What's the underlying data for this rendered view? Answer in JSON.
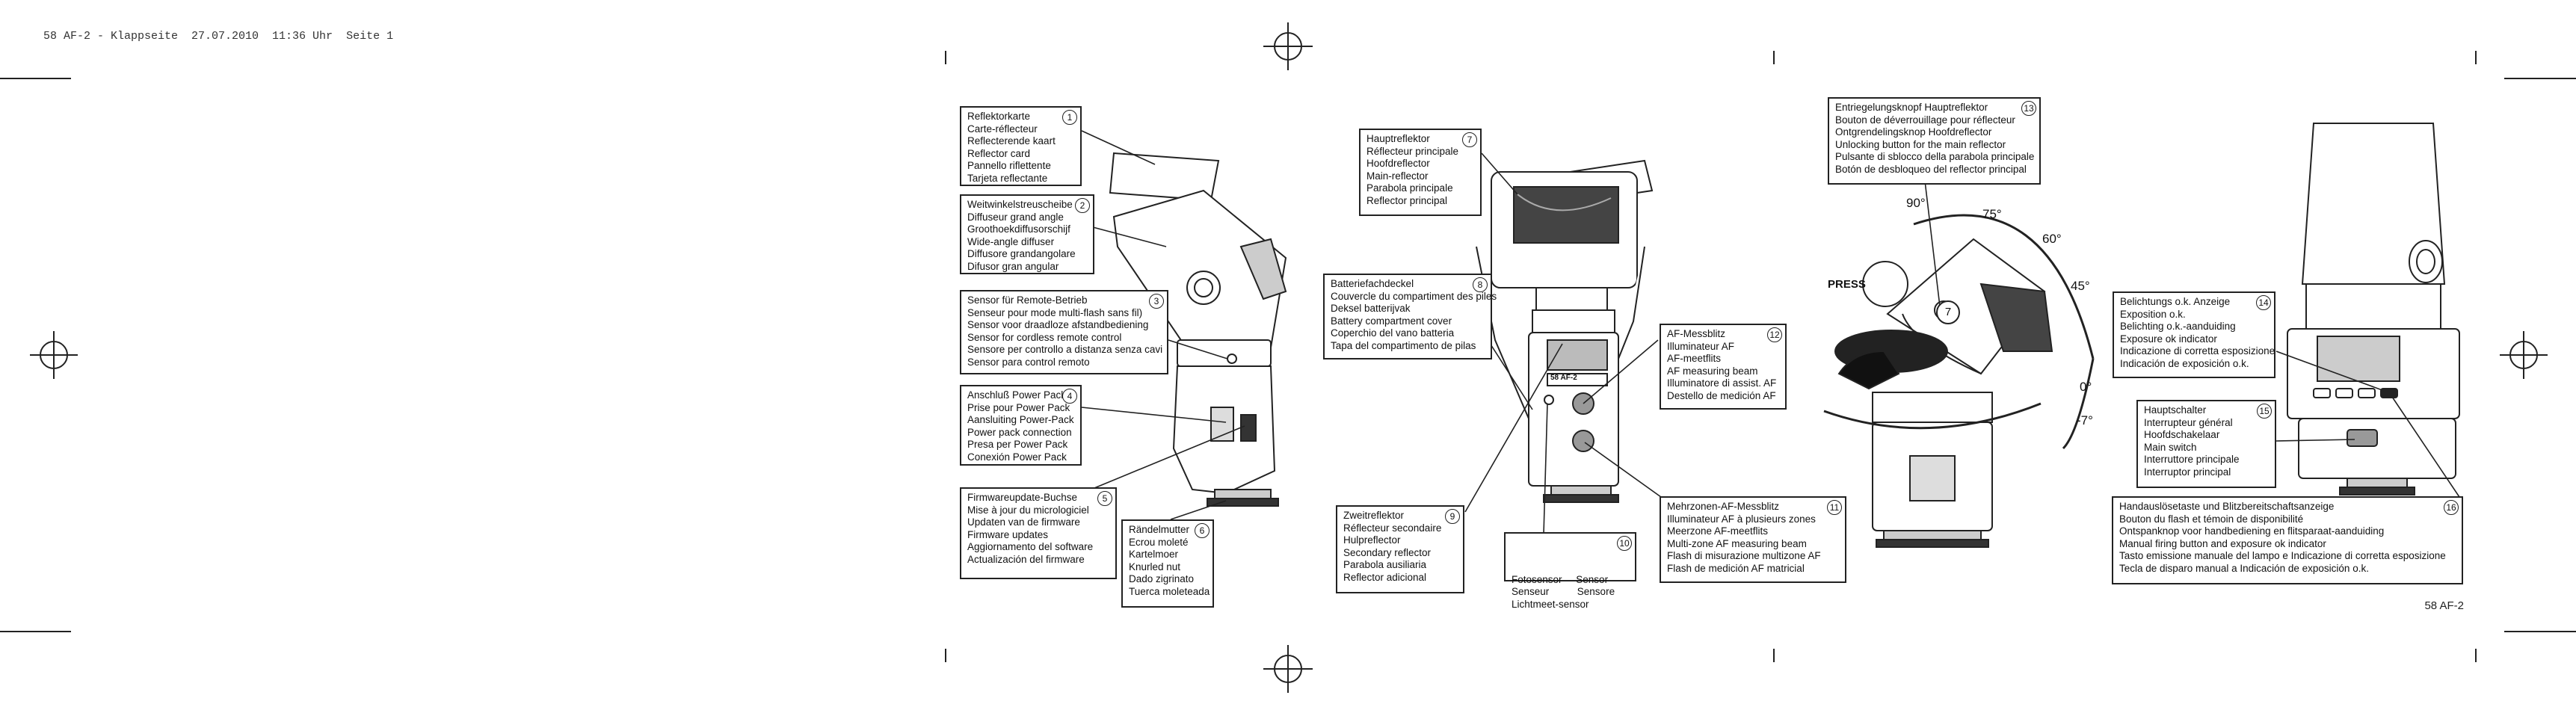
{
  "header": {
    "line": "58 AF-2 - Klappseite  27.07.2010  11:36 Uhr  Seite 1"
  },
  "footer": {
    "page": "58 AF-2"
  },
  "flash_label": "58 AF-2",
  "labels": [
    {
      "id": "1",
      "lines": [
        "Reflektorkarte",
        "Carte-réflecteur",
        "Reflecterende kaart",
        "Reflector card",
        "Pannello riflettente",
        "Tarjeta reflectante"
      ]
    },
    {
      "id": "2",
      "lines": [
        "Weitwinkelstreuscheibe",
        "Diffuseur grand angle",
        "Groothoekdiffusorschijf",
        "Wide-angle diffuser",
        "Diffusore grandangolare",
        "Difusor gran angular"
      ]
    },
    {
      "id": "3",
      "lines": [
        "Sensor für Remote-Betrieb",
        "Senseur pour mode multi-flash sans fil)",
        "Sensor voor draadloze afstandbediening",
        "Sensor for cordless remote control",
        "Sensore per controllo a distanza senza cavi",
        "Sensor para control remoto"
      ]
    },
    {
      "id": "4",
      "lines": [
        "Anschluß Power Pack",
        "Prise pour Power Pack",
        "Aansluiting Power-Pack",
        "Power pack connection",
        "Presa per Power Pack",
        "Conexión Power Pack"
      ]
    },
    {
      "id": "5",
      "lines": [
        "Firmwareupdate-Buchse",
        "Mise à jour du micrologiciel",
        "Updaten van de firmware",
        "Firmware updates",
        "Aggiornamento del software",
        "Actualización del firmware"
      ]
    },
    {
      "id": "6",
      "lines": [
        "Rändelmutter",
        "Ecrou moleté",
        "Kartelmoer",
        "Knurled nut",
        "Dado zigrinato",
        "Tuerca moleteada"
      ]
    },
    {
      "id": "7",
      "lines": [
        "Hauptreflektor",
        "Réflecteur principale",
        "Hoofdreflector",
        "Main-reflector",
        "Parabola principale",
        "Reflector principal"
      ]
    },
    {
      "id": "8",
      "lines": [
        "Batteriefachdeckel",
        "Couvercle du compartiment des piles",
        "Deksel batterijvak",
        "Battery compartment cover",
        "Coperchio del vano batteria",
        "Tapa del compartimento de pilas"
      ]
    },
    {
      "id": "9",
      "lines": [
        "Zweitreflektor",
        "Réflecteur secondaire",
        "Hulpreflector",
        "Secondary reflector",
        "Parabola ausiliaria",
        "Reflector adicional"
      ]
    },
    {
      "id": "10",
      "lines": [
        "Fotosensor     Sensor",
        "Senseur          Sensore",
        "Lichtmeet-sensor"
      ]
    },
    {
      "id": "11",
      "lines": [
        "Mehrzonen-AF-Messblitz",
        "Illuminateur AF à plusieurs zones",
        "Meerzone AF-meetflits",
        "Multi-zone AF measuring beam",
        "Flash di misurazione multizone AF",
        "Flash de medición AF matricial"
      ]
    },
    {
      "id": "12",
      "lines": [
        "AF-Messblitz",
        "Illuminateur AF",
        "AF-meetflits",
        "AF measuring beam",
        "Illuminatore di assist. AF",
        "Destello de medición AF"
      ]
    },
    {
      "id": "13",
      "lines": [
        "Entriegelungsknopf Hauptreflektor",
        "Bouton de déverrouillage pour réflecteur",
        "Ontgrendelingsknop Hoofdreflector",
        "Unlocking button for the main reflector",
        "Pulsante di sblocco della parabola principale",
        "Botón de desbloqueo del reflector principal"
      ]
    },
    {
      "id": "14",
      "lines": [
        "Belichtungs o.k. Anzeige",
        "Exposition o.k.",
        "Belichting o.k.-aanduiding",
        "Exposure ok indicator",
        "Indicazione di corretta esposizione",
        "Indicación de exposición o.k."
      ]
    },
    {
      "id": "15",
      "lines": [
        "Hauptschalter",
        "Interrupteur général",
        "Hoofdschakelaar",
        "Main switch",
        "Interruttore principale",
        "Interruptor principal"
      ]
    },
    {
      "id": "16",
      "lines": [
        "Handauslösetaste und Blitzbereitschaftsanzeige",
        "Bouton du flash et  témoin de disponibilité",
        "Ontspanknop voor handbediening en flitsparaat-aanduiding",
        "Manual firing button and exposure ok indicator",
        "Tasto emissione manuale del lampo e Indicazione di corretta esposizione",
        "Tecla de disparo manual a Indicación de exposición o.k."
      ]
    }
  ],
  "angles": [
    "90°",
    "75°",
    "60°",
    "45°",
    "0°",
    "-7°"
  ],
  "press_label": "PRESS",
  "circle_seven": "7"
}
